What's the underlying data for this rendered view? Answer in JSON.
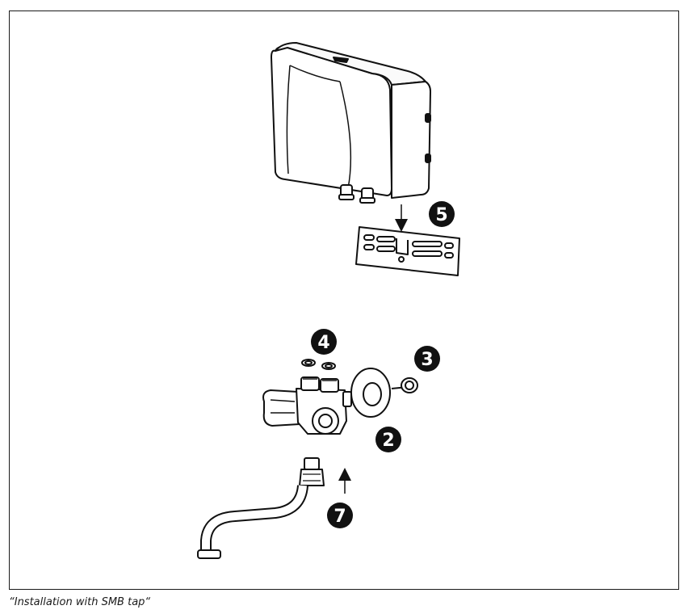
{
  "caption": "“Installation with SMB tap“",
  "callouts": {
    "step_5": "5",
    "step_4": "4",
    "step_3": "3",
    "step_2": "2",
    "step_7": "7"
  }
}
